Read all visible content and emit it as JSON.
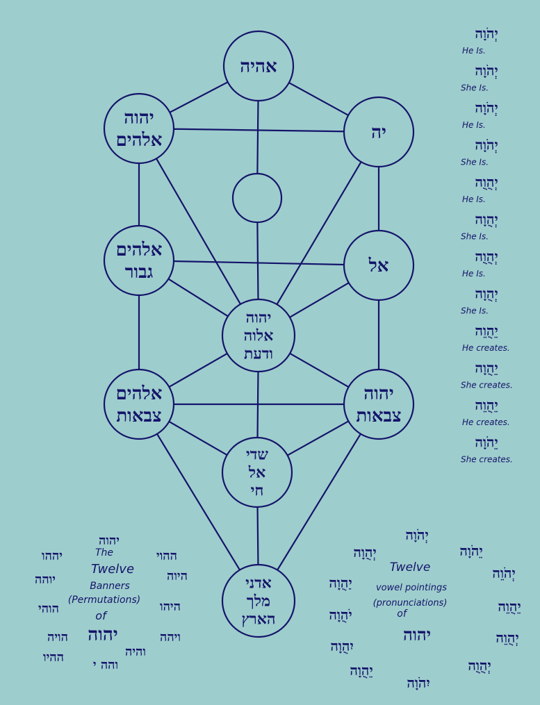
{
  "colors": {
    "background": "#9ecdcd",
    "ink": "#14146a"
  },
  "tree": {
    "kether": [
      "אהיה"
    ],
    "chokmah": [
      "יה"
    ],
    "binah": [
      "יהוה",
      "אלהים"
    ],
    "daath": [],
    "geburah": [
      "אלהים",
      "גבור"
    ],
    "chesed": [
      "אל"
    ],
    "tiphareth": [
      "יהוה",
      "אלוה",
      "ודעת"
    ],
    "hod": [
      "אלהים",
      "צבאות"
    ],
    "netzach": [
      "יהוה",
      "צבאות"
    ],
    "yesod": [
      "שדי",
      "אל",
      "חי"
    ],
    "malkuth": [
      "אדני",
      "מלך",
      "הארץ"
    ]
  },
  "right_column": [
    {
      "name": "יְהֹוָה",
      "caption": "He Is."
    },
    {
      "name": "יְהֹוָה",
      "caption": "She Is."
    },
    {
      "name": "יְהֹוָה",
      "caption": "He Is."
    },
    {
      "name": "יְהֹוָה",
      "caption": "She Is."
    },
    {
      "name": "יְהֻוֻה",
      "caption": "He Is."
    },
    {
      "name": "יְהֻוָה",
      "caption": "She Is."
    },
    {
      "name": "יְהֻוֻה",
      "caption": "He Is."
    },
    {
      "name": "יְהֻוָה",
      "caption": "She Is."
    },
    {
      "name": "יֵהֻוֵה",
      "caption": "He creates."
    },
    {
      "name": "יֵהֻוָה",
      "caption": "She creates."
    },
    {
      "name": "יֵהֻוֵה",
      "caption": "He creates."
    },
    {
      "name": "יֵהֹוָה",
      "caption": "She creates."
    }
  ],
  "banners": {
    "title": [
      "The",
      "Twelve",
      "Banners",
      "(Permutations)",
      "of"
    ],
    "name": "יהוה",
    "permutations": [
      "יהוה",
      "יההו",
      "ההוי",
      "יוהה",
      "היוה",
      "הוהי",
      "היהו",
      "הויה",
      "ויהה",
      "ההיו",
      "והיה",
      "והה י"
    ]
  },
  "pointings": {
    "title": [
      "Twelve",
      "vowel pointings",
      "(pronunciations)",
      "of"
    ],
    "name": "יהוה",
    "forms": [
      "יְהֹוָה",
      "יְהֻוָה",
      "יֵהֹוָה",
      "יְהֹוֵה",
      "יַהֻוָה",
      "יֵהֻוֵה",
      "יֹהֻוָה",
      "יְהֻוֵה",
      "יִהֻוָה",
      "יְהֻוֻה",
      "יֵהֻוָה",
      "יִהֹוָה"
    ]
  }
}
